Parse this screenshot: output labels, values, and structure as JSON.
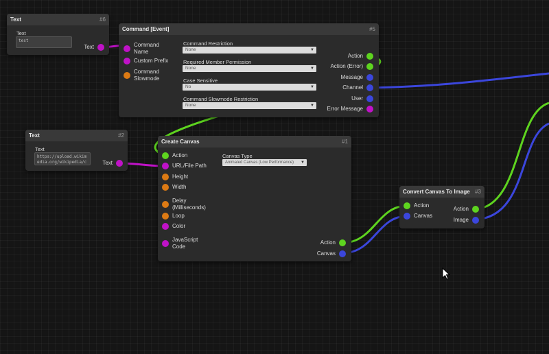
{
  "colors": {
    "action": "#5ed41f",
    "text": "#c012c8",
    "number": "#dc7a14",
    "object": "#3b46dc",
    "node_body": "#2b2b2b",
    "node_header": "#393939"
  },
  "nodes": {
    "text6": {
      "title": "Text",
      "id": "#6",
      "field_label": "Text",
      "field_value": "test",
      "out_label": "Text"
    },
    "command5": {
      "title": "Command [Event]",
      "id": "#5",
      "inputs": [
        "Command Name",
        "Custom Prefix",
        "Command Slowmode"
      ],
      "fields": [
        {
          "label": "Command Restriction",
          "value": "None"
        },
        {
          "label": "Required Member Permission",
          "value": "None"
        },
        {
          "label": "Case Sensitive",
          "value": "No"
        },
        {
          "label": "Command Slowmode Restriction",
          "value": "None"
        }
      ],
      "outputs": [
        "Action",
        "Action (Error)",
        "Message",
        "Channel",
        "User",
        "Error Message"
      ]
    },
    "text2": {
      "title": "Text",
      "id": "#2",
      "field_label": "Text",
      "field_value": "https://upload.wikimedia.org/wikipedia/c",
      "out_label": "Text"
    },
    "canvas1": {
      "title": "Create Canvas",
      "id": "#1",
      "inputs": [
        "Action",
        "URL/File Path",
        "Height",
        "Width",
        "Delay (Milliseconds)",
        "Loop",
        "Color",
        "JavaScript Code"
      ],
      "field_label": "Canvas Type",
      "field_value": "Animated Canvas (Low Performance)",
      "outputs": [
        "Action",
        "Canvas"
      ]
    },
    "convert3": {
      "title": "Convert Canvas To Image",
      "id": "#3",
      "inputs": [
        "Action",
        "Canvas"
      ],
      "outputs": [
        "Action",
        "Image"
      ]
    }
  },
  "icons": {
    "cursor": "mouse-pointer-icon",
    "dropdown": "chevron-down-icon"
  }
}
